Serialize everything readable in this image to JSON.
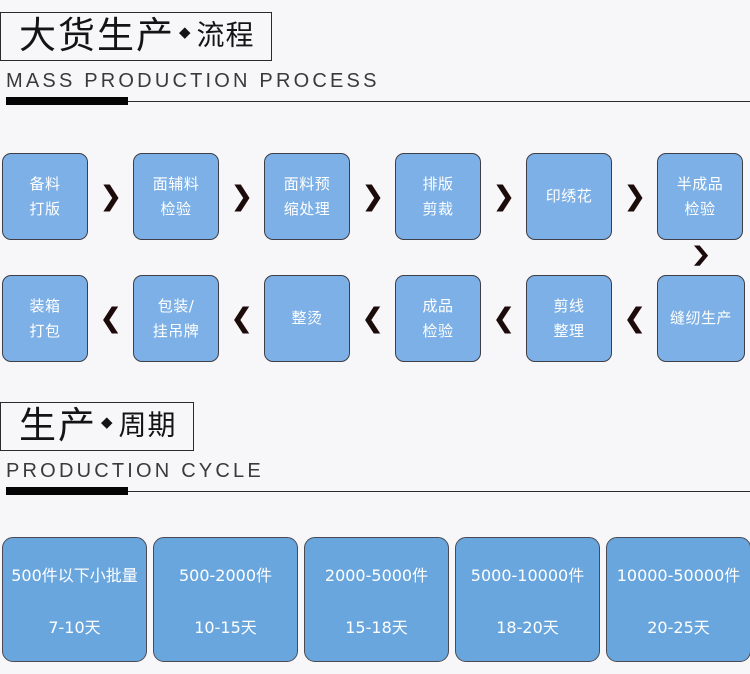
{
  "sections": [
    {
      "title_main": "大货生产",
      "title_diamond": "◆",
      "title_sub": "流程",
      "title_en": "MASS PRODUCTION PROCESS"
    },
    {
      "title_main": "生产",
      "title_diamond": "◆",
      "title_sub": "周期",
      "title_en": "PRODUCTION CYCLE"
    }
  ],
  "flow": {
    "arrow_right": "❯",
    "arrow_left": "❮",
    "arrow_down": "❯",
    "row1": [
      {
        "line1": "备料",
        "line2": "打版"
      },
      {
        "line1": "面辅料",
        "line2": "检验"
      },
      {
        "line1": "面料预",
        "line2": "缩处理"
      },
      {
        "line1": "排版",
        "line2": "剪裁"
      },
      {
        "line1": "印绣花",
        "line2": ""
      },
      {
        "line1": "半成品",
        "line2": "检验"
      }
    ],
    "row2": [
      {
        "line1": "装箱",
        "line2": "打包"
      },
      {
        "line1": "包装/",
        "line2": "挂吊牌"
      },
      {
        "line1": "整烫",
        "line2": ""
      },
      {
        "line1": "成品",
        "line2": "检验"
      },
      {
        "line1": "剪线",
        "line2": "整理"
      },
      {
        "line1": "缝纫生产",
        "line2": ""
      }
    ]
  },
  "cycle_cards": [
    {
      "qty": "500件以下小批量",
      "days": "7-10天"
    },
    {
      "qty": "500-2000件",
      "days": "10-15天"
    },
    {
      "qty": "2000-5000件",
      "days": "15-18天"
    },
    {
      "qty": "5000-10000件",
      "days": "18-20天"
    },
    {
      "qty": "10000-50000件",
      "days": "20-25天"
    }
  ],
  "colors": {
    "background": "#f7f7fa",
    "flow_box_blue": "#7cb0e6",
    "cycle_card_blue": "#6aa6de",
    "rule_black": "#050505",
    "text_dark": "#141414"
  }
}
